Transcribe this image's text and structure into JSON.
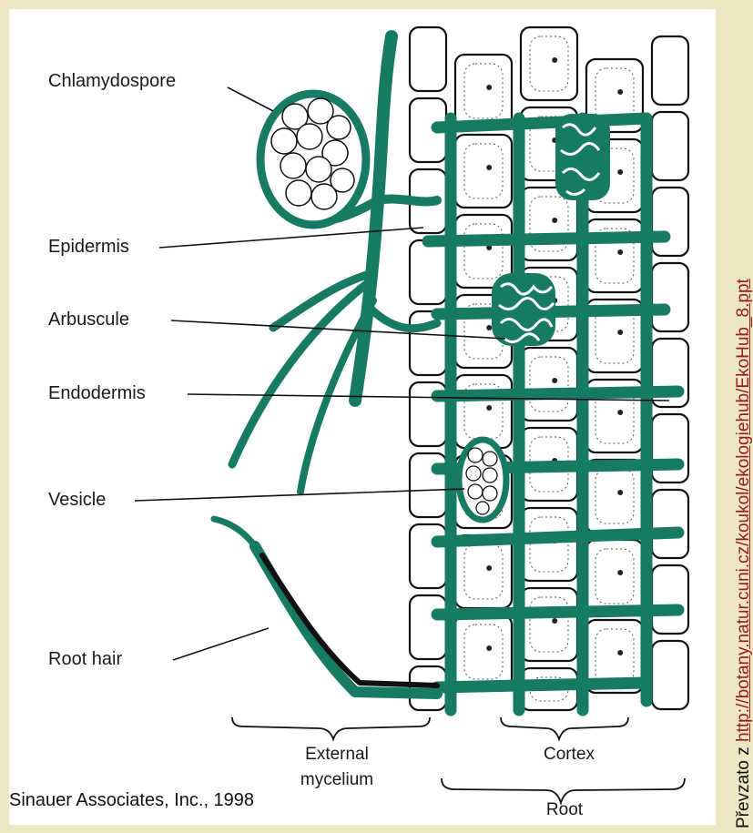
{
  "labels": {
    "chlamydospore": "Chlamydospore",
    "epidermis": "Epidermis",
    "arbuscule": "Arbuscule",
    "endodermis": "Endodermis",
    "vesicle": "Vesicle",
    "root_hair": "Root hair"
  },
  "groups": {
    "external_mycelium": "External\nmycelium",
    "cortex": "Cortex",
    "root": "Root"
  },
  "credit": "Sinauer Associates, Inc., 1998",
  "source": {
    "prefix": "Převzato z ",
    "link": "http://botany.natur.cuni.cz/koukol/ekologiehub/EkoHub_8.ppt"
  },
  "colors": {
    "fungus": "#177a63",
    "background": "#eee7c4",
    "link": "#9b1a1a"
  }
}
